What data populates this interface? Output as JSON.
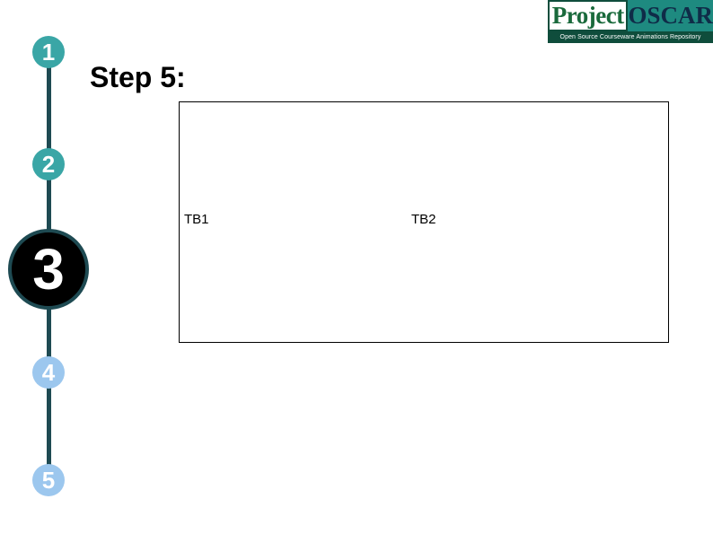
{
  "header": {
    "title": "Step 5:"
  },
  "steps": [
    {
      "label": "1",
      "state": "done"
    },
    {
      "label": "2",
      "state": "done"
    },
    {
      "label": "3",
      "state": "current"
    },
    {
      "label": "4",
      "state": "upcoming"
    },
    {
      "label": "5",
      "state": "upcoming"
    }
  ],
  "logo": {
    "word1": "Project",
    "word2": "OSCAR",
    "tagline": "Open Source Courseware Animations Repository"
  },
  "frame": {
    "labels": [
      "TB1",
      "TB2"
    ]
  },
  "colors": {
    "step_done": "#3aa6a6",
    "step_upcoming": "#9cc7ee",
    "step_current": "#000000",
    "line": "#1e4a52"
  }
}
